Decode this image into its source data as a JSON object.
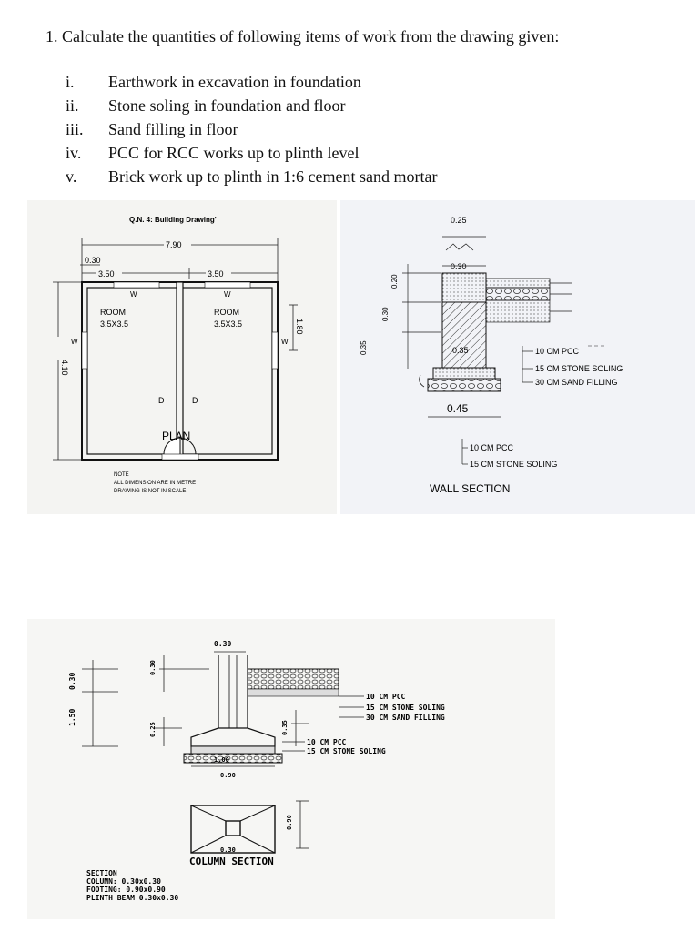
{
  "question": "1. Calculate the quantities of following items of work from the drawing given:",
  "items": [
    {
      "num": "i.",
      "text": "Earthwork in excavation in foundation"
    },
    {
      "num": "ii.",
      "text": "Stone soling in foundation and floor"
    },
    {
      "num": "iii.",
      "text": "Sand filling in floor"
    },
    {
      "num": "iv.",
      "text": "PCC for RCC works up to plinth level"
    },
    {
      "num": "v.",
      "text": "Brick work up to plinth in 1:6 cement sand mortar"
    }
  ],
  "plan": {
    "heading": "Q.N. 4: Building Drawing'",
    "overall_width": "7.90",
    "wall_thickness": "0.30",
    "room_width_1": "3.50",
    "room_width_2": "3.50",
    "height_dim": "4.10",
    "window_dim": "1.80",
    "window_label": "W",
    "door_label": "D",
    "room1_name": "ROOM",
    "room1_size": "3.5X3.5",
    "room2_name": "ROOM",
    "room2_size": "3.5X3.5",
    "caption": "PLAN",
    "note_1": "NOTE",
    "note_2": "ALL DIMENSION ARE IN METRE",
    "note_3": "DRAWING IS NOT IN SCALE"
  },
  "wall_section": {
    "top_width": "0.25",
    "wall_width": "0.30",
    "dim_a": "0.20",
    "dim_b": "0.30",
    "dim_c": "0.35",
    "footing_width_inner": "0.35",
    "footing_width": "0.45",
    "floor_pcc": "10 CM PCC",
    "floor_soling": "15 CM STONE SOLING",
    "floor_sand": "30 CM SAND FILLING",
    "found_pcc": "10 CM PCC",
    "found_soling": "15 CM STONE SOLING",
    "caption": "WALL SECTION"
  },
  "column_section": {
    "top_dim": "0.30",
    "dim_left_a": "0.30",
    "dim_left_b": "1.50",
    "dim_a": "0.30",
    "dim_b": "0.25",
    "dim_c": "0.35",
    "footing_w1": "1.00",
    "footing_w2": "0.90",
    "plan_dim": "0.30",
    "plan_side": "0.90",
    "floor_pcc": "10 CM PCC",
    "floor_soling": "15 CM STONE SOLING",
    "floor_sand": "30 CM SAND FILLING",
    "found_pcc": "10 CM PCC",
    "found_soling": "15 CM STONE SOLING",
    "caption": "COLUMN SECTION",
    "spec_1": "SECTION",
    "spec_2": "COLUMN: 0.30x0.30",
    "spec_3": "FOOTING: 0.90x0.90",
    "spec_4": "PLINTH BEAM 0.30x0.30"
  }
}
